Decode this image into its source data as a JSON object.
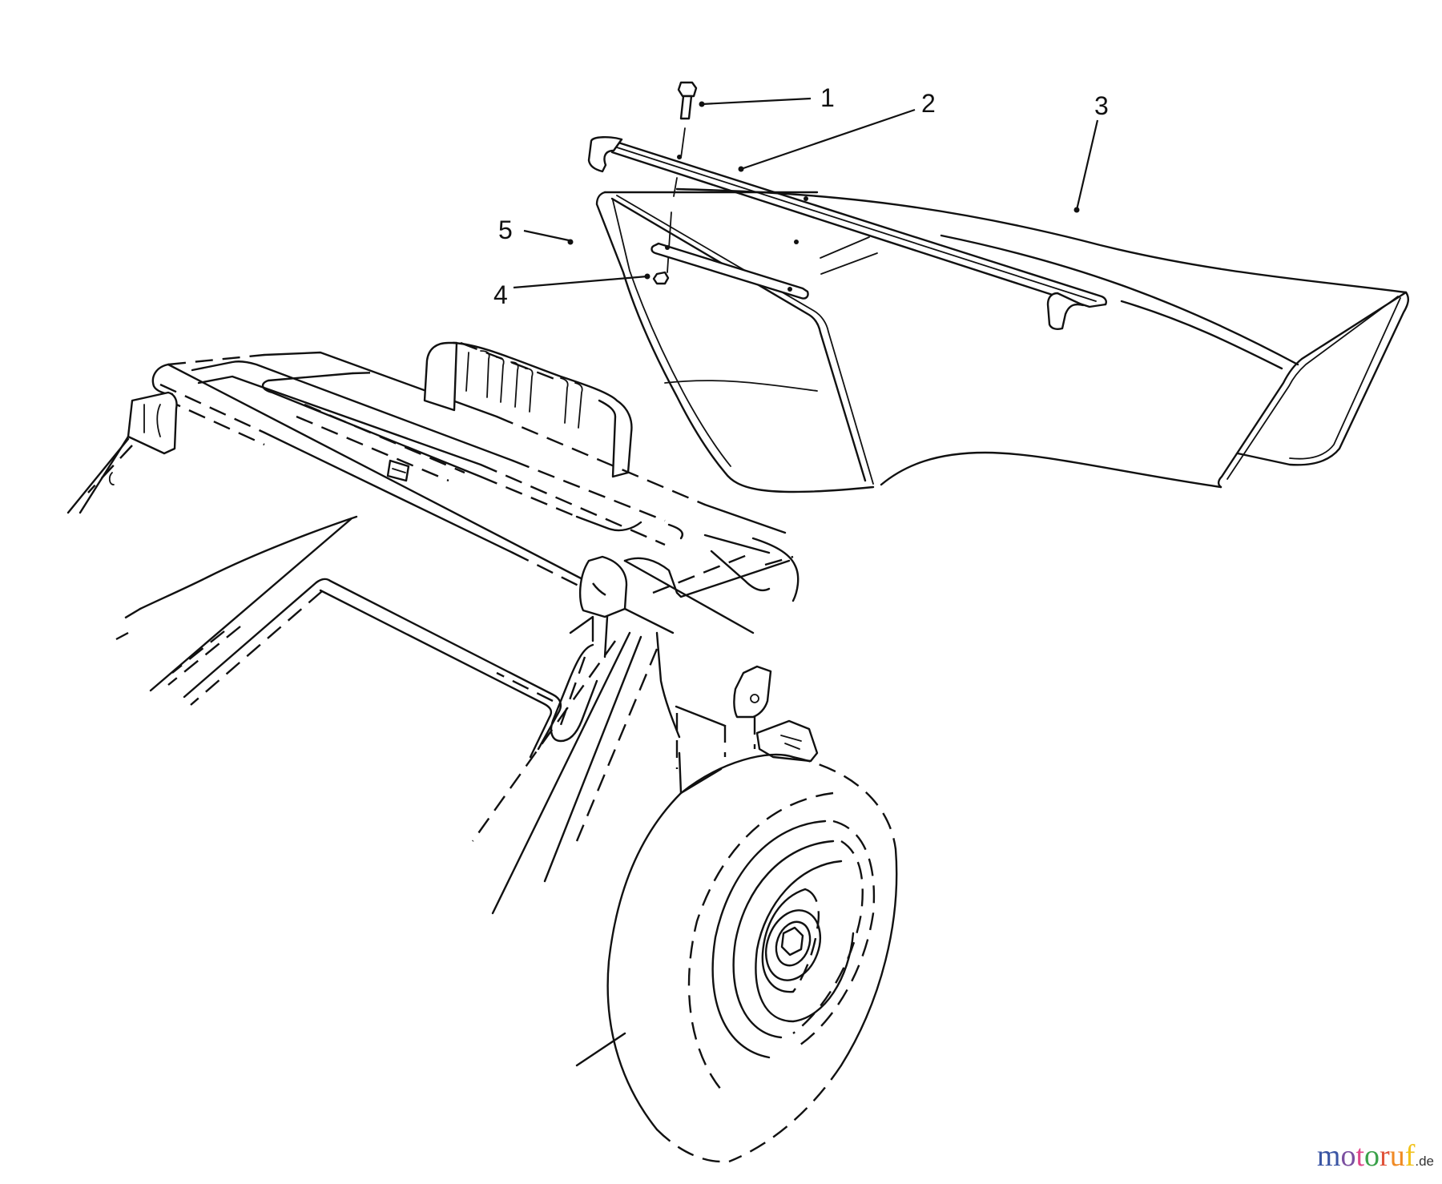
{
  "diagram": {
    "type": "exploded-parts-diagram",
    "subject": "mower rear grass bag / handle assembly with wheel",
    "callouts": [
      {
        "id": "1",
        "label": "1",
        "part": "bolt"
      },
      {
        "id": "2",
        "label": "2",
        "part": "bag support rail"
      },
      {
        "id": "3",
        "label": "3",
        "part": "grass bag / discharge chute"
      },
      {
        "id": "4",
        "label": "4",
        "part": "nut"
      },
      {
        "id": "5",
        "label": "5",
        "part": "retaining plate"
      }
    ]
  },
  "watermark": {
    "letters": [
      {
        "ch": "m",
        "color": "#3a55a4"
      },
      {
        "ch": "o",
        "color": "#7b4fa0"
      },
      {
        "ch": "t",
        "color": "#e0468a"
      },
      {
        "ch": "o",
        "color": "#3aa14a"
      },
      {
        "ch": "r",
        "color": "#e0533a"
      },
      {
        "ch": "u",
        "color": "#f08a24"
      },
      {
        "ch": "f",
        "color": "#f2c21b"
      }
    ],
    "tld": ".de"
  }
}
